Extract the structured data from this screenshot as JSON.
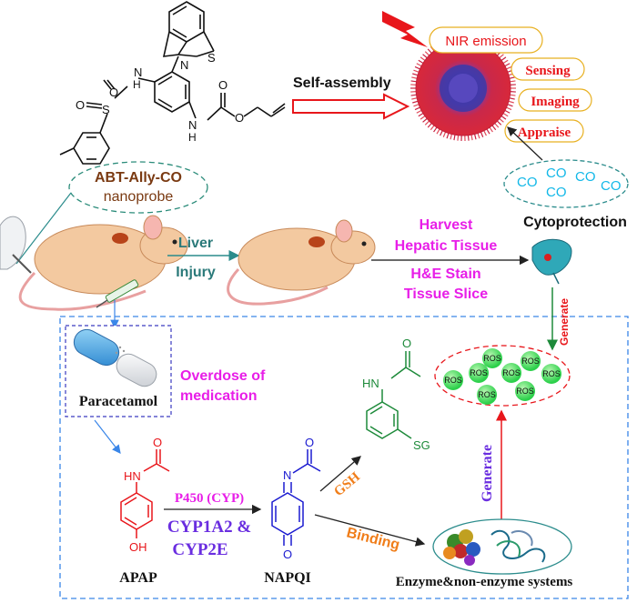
{
  "molecule": {
    "s": "S",
    "n": "N",
    "h": "H",
    "o": "O",
    "hn": "HN",
    "nh": "N",
    "nh_h": "H",
    "oxy": "O"
  },
  "assembly": {
    "label": "Self-assembly"
  },
  "outputs": {
    "nir": "NIR emission",
    "sensing": "Sensing",
    "imaging": "Imaging",
    "appraise": "Appraise"
  },
  "probe": {
    "line1": "ABT-Ally-CO",
    "line2": "nanoprobe"
  },
  "co_cloud": [
    "CO",
    "CO",
    "CO",
    "CO",
    "CO"
  ],
  "cytoprotection": "Cytoprotection",
  "liver_injury": {
    "line1": "Liver",
    "line2": "Injury"
  },
  "harvest": {
    "line1": "Harvest",
    "line2": "Hepatic Tissue"
  },
  "stain": {
    "line1": "H&E Stain",
    "line2": "Tissue Slice"
  },
  "generate_top": "Generate",
  "generate_mid": "Generate",
  "paracetamol": "Paracetamol",
  "overdose": {
    "line1": "Overdose of",
    "line2": "medication"
  },
  "ros": [
    "ROS",
    "ROS",
    "ROS",
    "ROS",
    "ROS",
    "ROS",
    "ROS",
    "ROS"
  ],
  "apap": {
    "label": "APAP",
    "hn": "HN",
    "o": "O",
    "oh": "OH"
  },
  "napqi": {
    "label": "NAPQI",
    "n": "N",
    "o_top": "O",
    "o_bottom": "O"
  },
  "gsh_product": {
    "hn": "HN",
    "o": "O",
    "sg": "SG"
  },
  "p450": "P450 (CYP)",
  "cyp1": "CYP1A2 &",
  "cyp2": "CYP2E",
  "gsh": "GSH",
  "binding": "Binding",
  "enzyme": "Enzyme&non-enzyme systems",
  "colors": {
    "ink": "#000000",
    "red": "#e8161b",
    "magenta": "#e81ee8",
    "teal": "#2b7a7a",
    "blue": "#3a86e8",
    "green": "#1d8a3a",
    "purple": "#6a2ee0",
    "orange": "#f07d19",
    "brown": "#7a3a12"
  }
}
